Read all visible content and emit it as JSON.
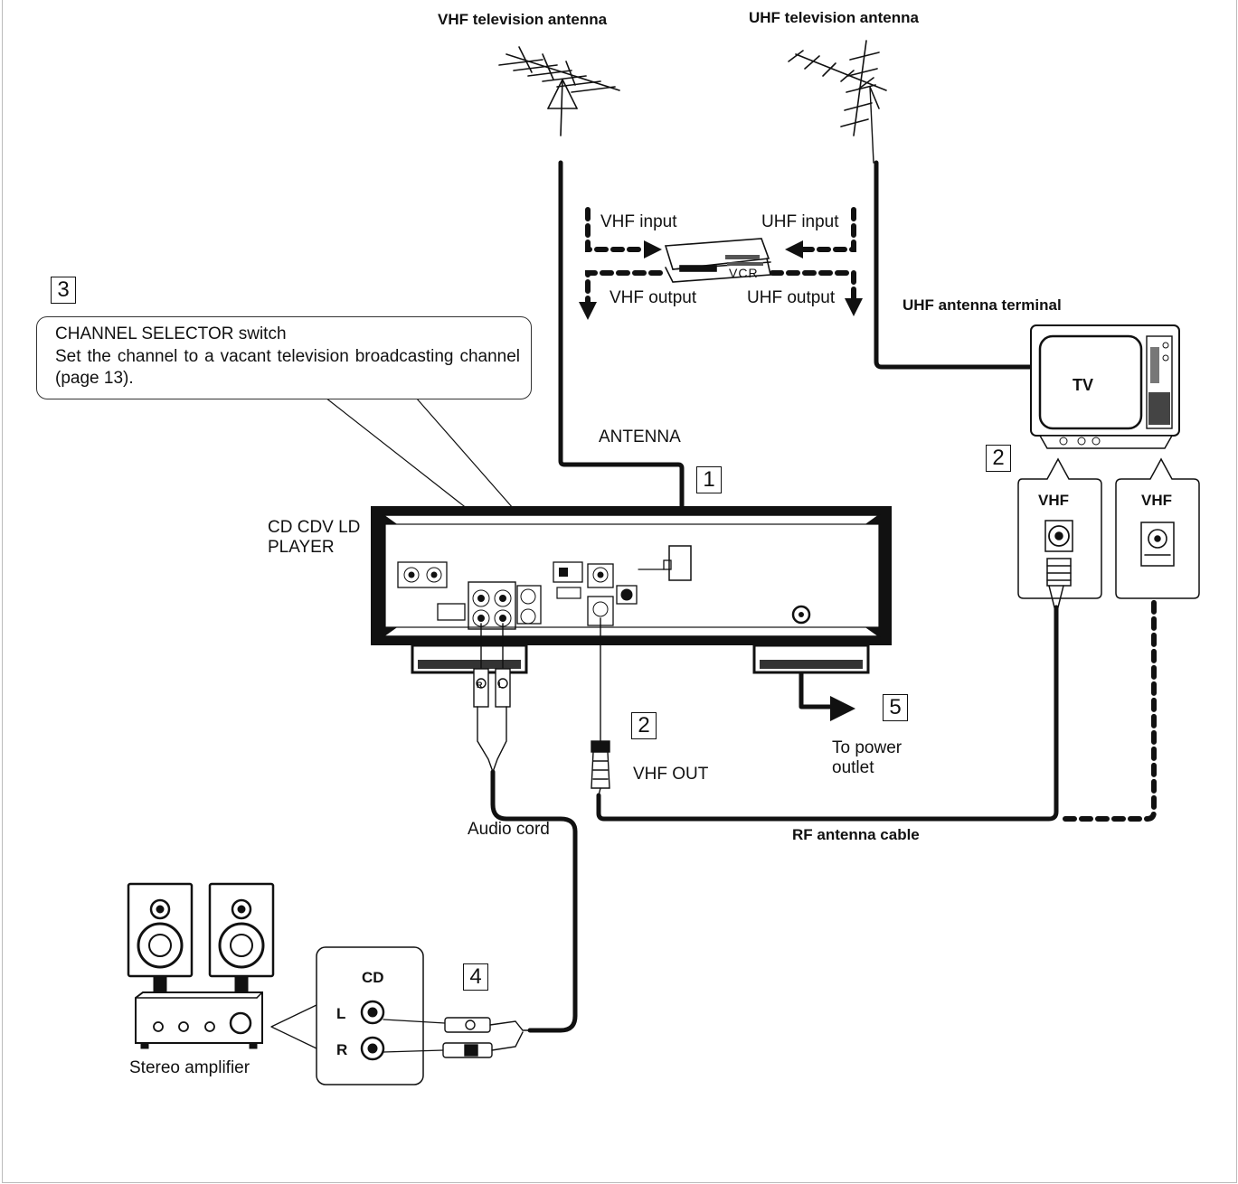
{
  "antennas": {
    "vhf_label": "VHF television antenna",
    "uhf_label": "UHF television antenna"
  },
  "vcr": {
    "vhf_input": "VHF input",
    "uhf_input": "UHF input",
    "vhf_output": "VHF output",
    "uhf_output": "UHF output",
    "label": "VCR"
  },
  "steps": {
    "s1": "1",
    "s2a": "2",
    "s2b": "2",
    "s3": "3",
    "s4": "4",
    "s5": "5"
  },
  "callout": {
    "title": "CHANNEL SELECTOR switch",
    "description": "Set the channel to a vacant television broadcasting channel (page 13)."
  },
  "tv": {
    "terminal_label": "UHF antenna terminal",
    "screen_label": "TV",
    "vhf_left": "VHF",
    "vhf_right": "VHF"
  },
  "player": {
    "label_line1": "CD CDV LD",
    "label_line2": "PLAYER",
    "antenna_label": "ANTENNA"
  },
  "connections": {
    "vhf_out": "VHF OUT",
    "power_line1": "To power",
    "power_line2": "outlet",
    "audio_cord": "Audio cord",
    "rf_cable": "RF antenna cable"
  },
  "amplifier": {
    "panel_title": "CD",
    "left_jack": "L",
    "right_jack": "R",
    "label": "Stereo amplifier"
  },
  "plug_marks": {
    "r": "R",
    "l": "L"
  }
}
